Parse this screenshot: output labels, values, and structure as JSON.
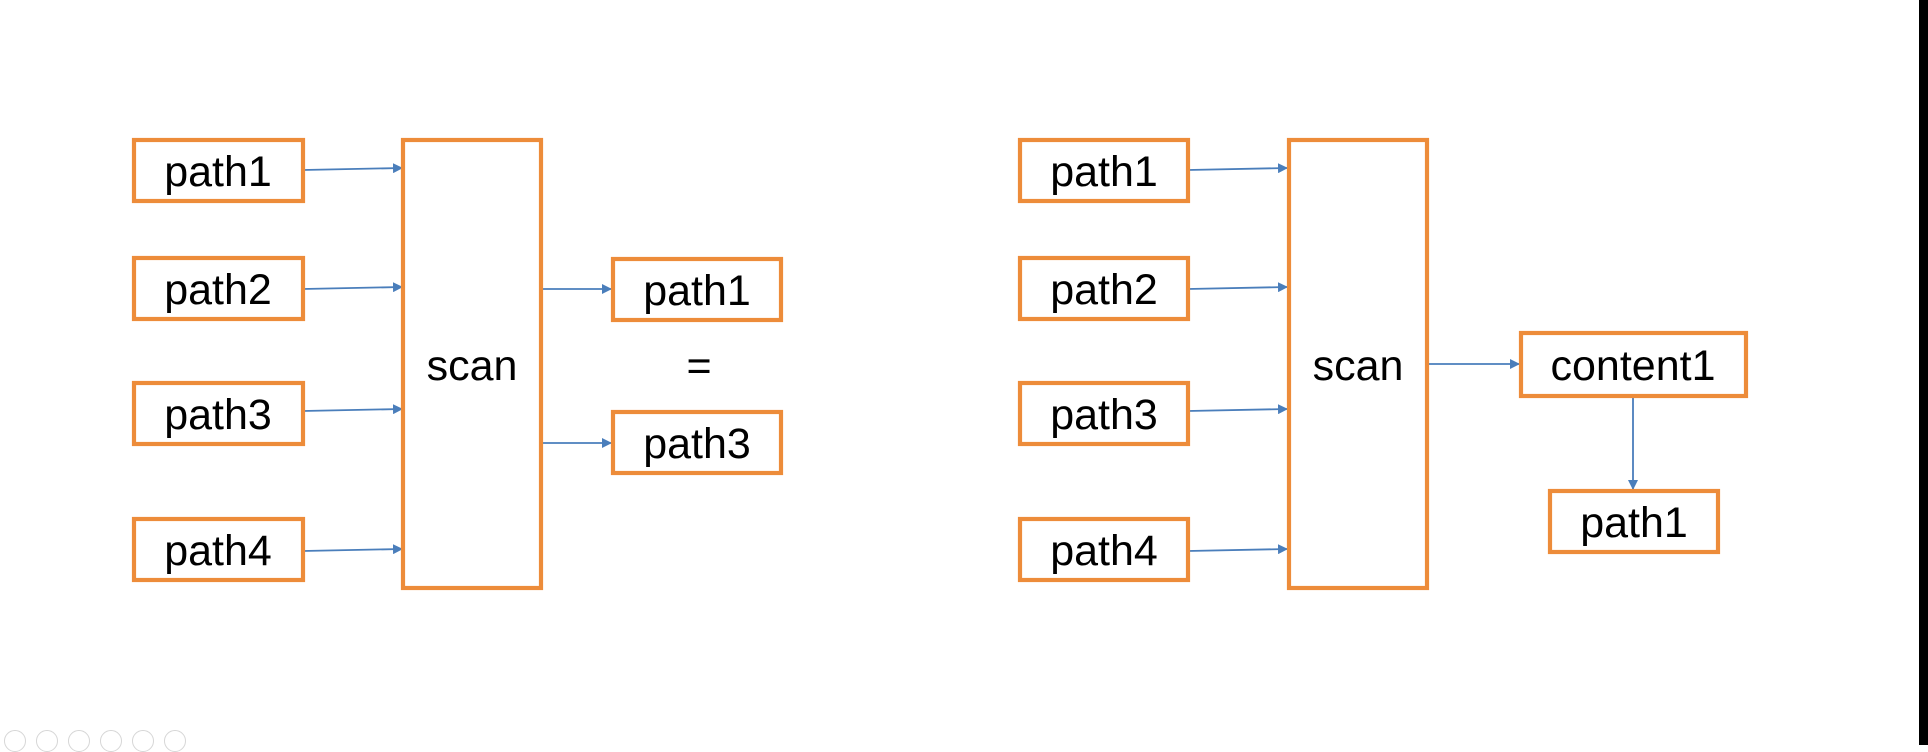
{
  "diagram": {
    "left": {
      "inputs": [
        "path1",
        "path2",
        "path3",
        "path4"
      ],
      "processor": "scan",
      "outputs": [
        "path1",
        "path3"
      ],
      "equals": "="
    },
    "right": {
      "inputs": [
        "path1",
        "path2",
        "path3",
        "path4"
      ],
      "processor": "scan",
      "output": "content1",
      "result": "path1"
    }
  },
  "colors": {
    "box_border": "#ed8c3a",
    "arrow": "#4a7ebb",
    "text": "#000000",
    "background": "#ffffff",
    "edge_bar": "#000000"
  }
}
